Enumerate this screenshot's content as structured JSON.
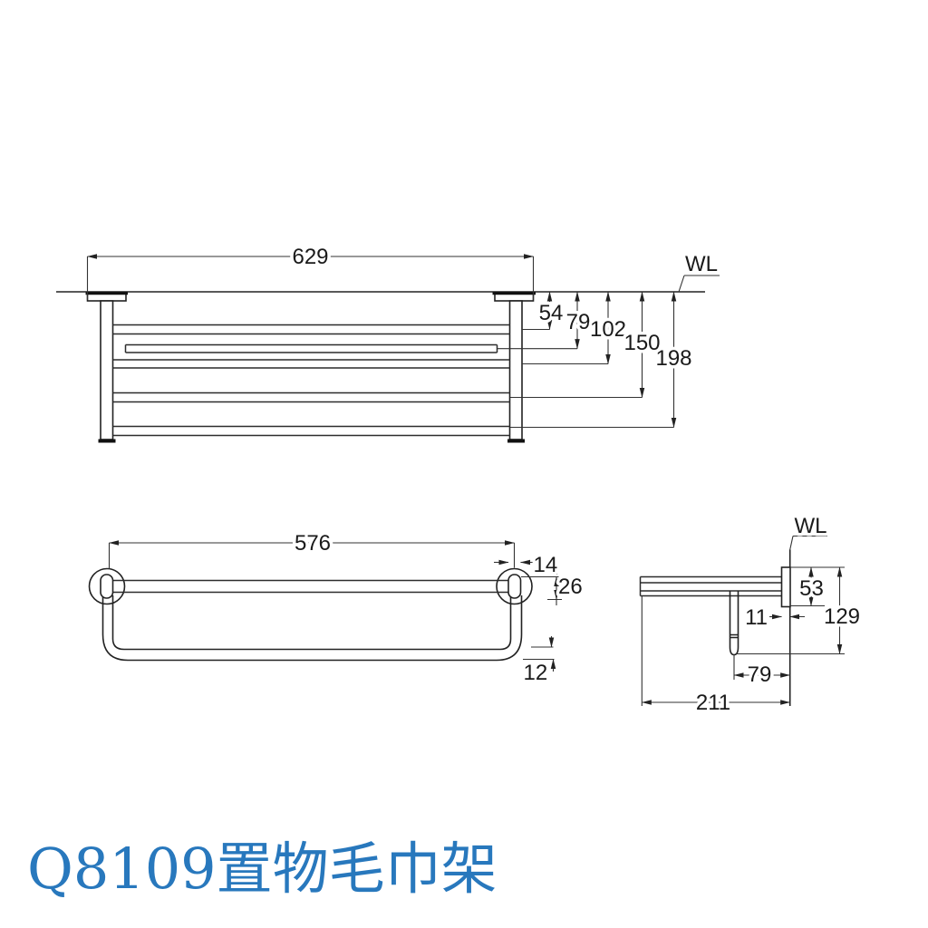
{
  "title": {
    "text": "Q8109置物毛巾架",
    "color": "#2878bd"
  },
  "front_view": {
    "wl_label": "WL",
    "dims": {
      "overall_width": "629",
      "rail1_drop": "54",
      "rail2_drop": "79",
      "rail3_drop": "102",
      "rail4_drop": "150",
      "rail5_drop": "198"
    }
  },
  "plan_view": {
    "dims": {
      "bar_length": "576",
      "post_width": "14",
      "post_depth": "26",
      "tube_diameter": "12"
    }
  },
  "side_view": {
    "wl_label": "WL",
    "dims": {
      "flange_diameter": "53",
      "overall_drop": "129",
      "flange_thickness": "11",
      "bar_offset": "79",
      "overall_depth": "211"
    }
  }
}
